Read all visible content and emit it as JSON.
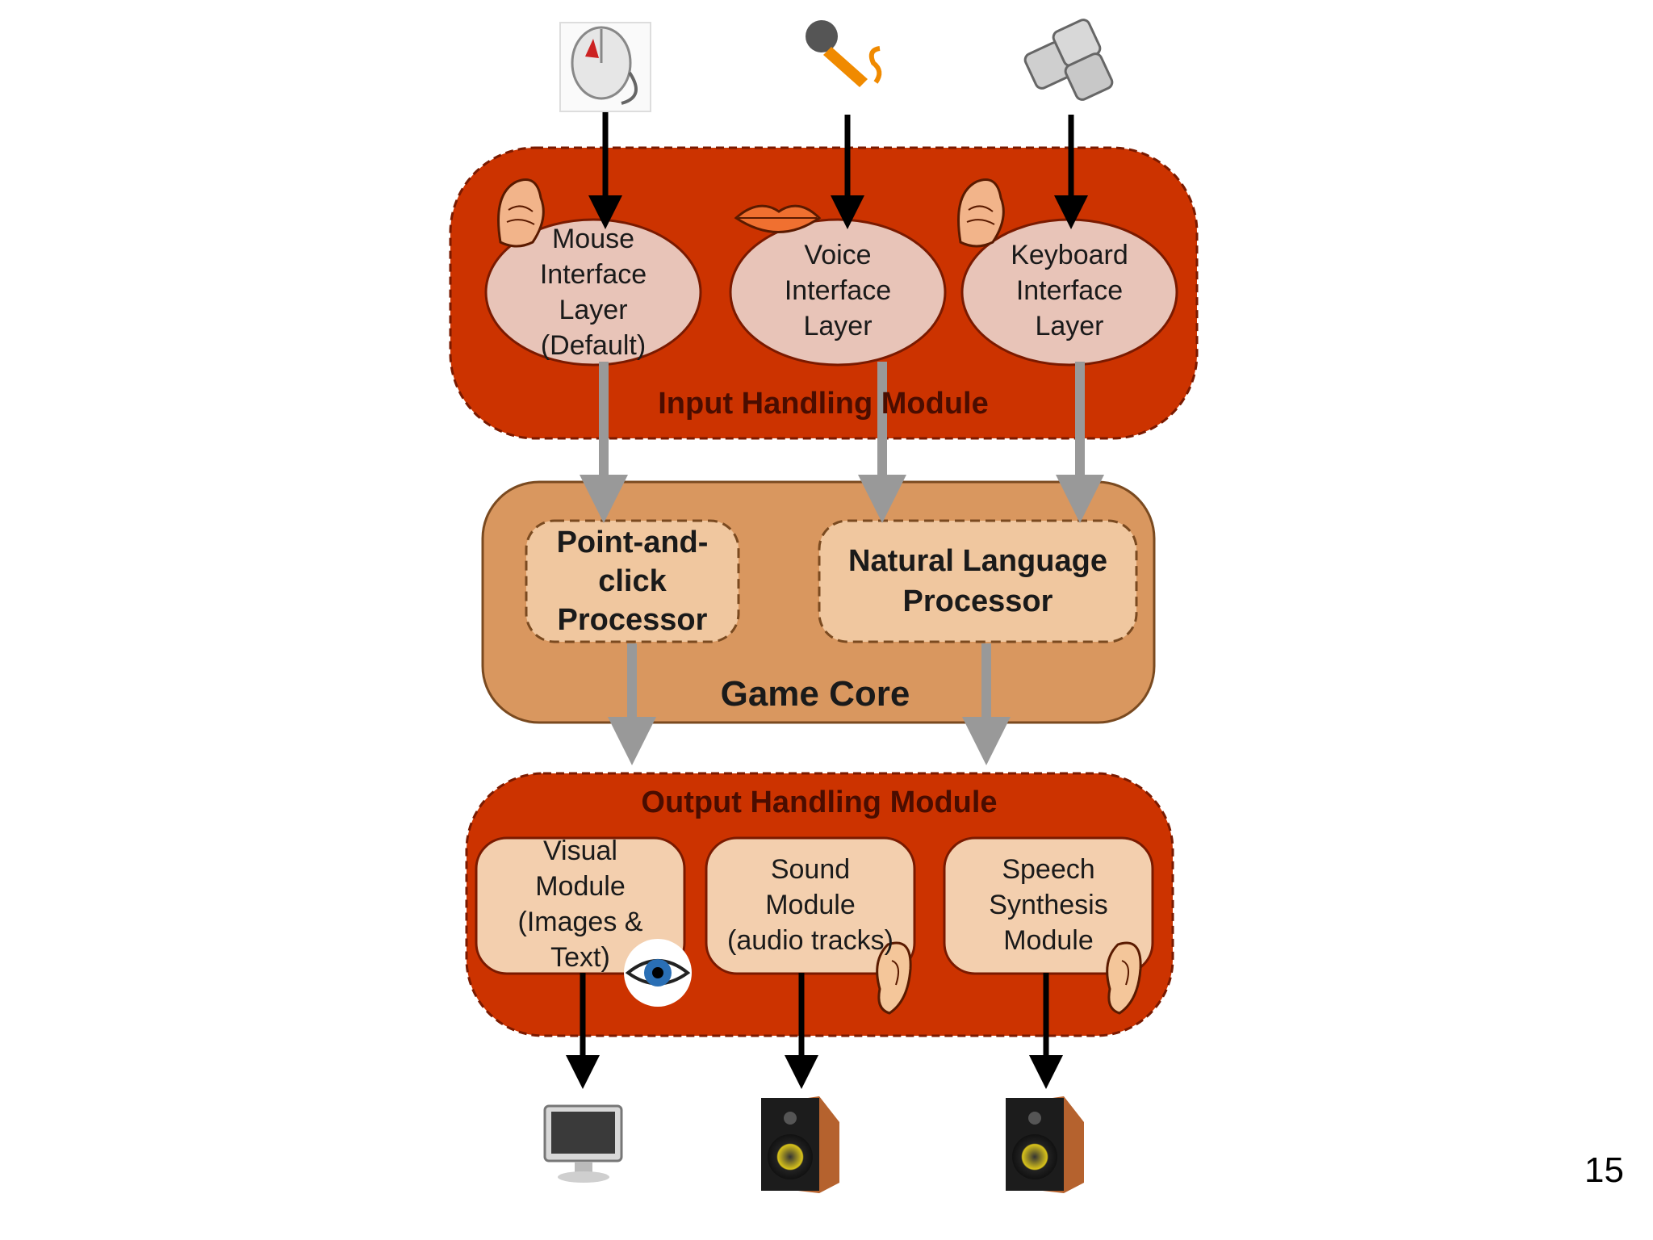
{
  "colors": {
    "module_red": "#cc3300",
    "module_border": "#7a1a00",
    "core_tan": "#d9975f",
    "processor_tan": "#f0c79f",
    "bubble_pink": "#e8c4b8",
    "output_box": "#f3cfae",
    "arrow_black": "#000000",
    "arrow_gray": "#999999",
    "title_dark": "#4a0d00"
  },
  "icons": [
    "mouse-icon",
    "microphone-icon",
    "keyboard-keys-icon",
    "hand-icon",
    "lips-icon",
    "eye-icon",
    "ear-icon",
    "monitor-icon",
    "speaker-icon"
  ],
  "input_module": {
    "title": "Input Handling    Module",
    "layers": [
      {
        "label": "Mouse\nInterface\nLayer\n(Default)"
      },
      {
        "label": "Voice\nInterface\nLayer"
      },
      {
        "label": "Keyboard\nInterface\nLayer"
      }
    ]
  },
  "game_core": {
    "title": "Game Core",
    "processors": [
      {
        "label": "Point-and-\nclick\nProcessor"
      },
      {
        "label": "Natural Language\nProcessor"
      }
    ]
  },
  "output_module": {
    "title": "Output Handling Module",
    "modules": [
      {
        "label": "Visual\nModule\n(Images &\nText)"
      },
      {
        "label": "Sound\nModule\n(audio tracks)"
      },
      {
        "label": "Speech\nSynthesis\nModule"
      }
    ]
  },
  "slide_number": "15"
}
